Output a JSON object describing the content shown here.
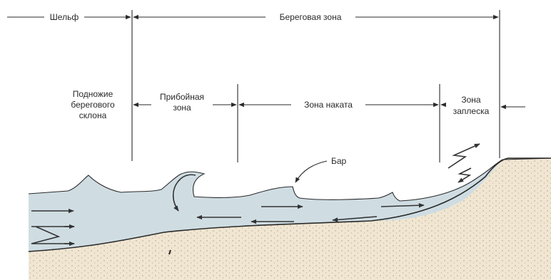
{
  "labels": {
    "shelf": "Шельф",
    "coastal_zone": "Береговая зона",
    "foot_line1": "Подножие",
    "foot_line2": "берегового",
    "foot_line3": "склона",
    "surf_line1": "Прибойная",
    "surf_line2": "зона",
    "swash_zone": "Зона наката",
    "splash_line1": "Зона",
    "splash_line2": "заплеска",
    "bar": "Бар"
  },
  "colors": {
    "water": "#cfdde3",
    "sand": "#f0e6d2",
    "line": "#2a2a2a"
  }
}
